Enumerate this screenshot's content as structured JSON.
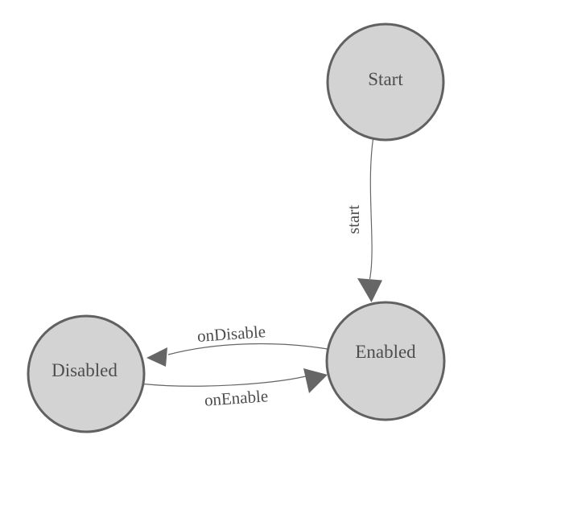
{
  "diagram": {
    "type": "state-machine",
    "nodes": [
      {
        "id": "start",
        "label": "Start"
      },
      {
        "id": "enabled",
        "label": "Enabled"
      },
      {
        "id": "disabled",
        "label": "Disabled"
      }
    ],
    "edges": [
      {
        "from": "Start",
        "to": "Enabled",
        "label": "start"
      },
      {
        "from": "Enabled",
        "to": "Disabled",
        "label": "onDisable"
      },
      {
        "from": "Disabled",
        "to": "Enabled",
        "label": "onEnable"
      }
    ],
    "colors": {
      "node_fill": "#d3d3d3",
      "node_border": "#616161",
      "edge_line": "#666666",
      "arrow_fill": "#666666",
      "text": "#4d4d4d",
      "background": "#ffffff"
    }
  }
}
